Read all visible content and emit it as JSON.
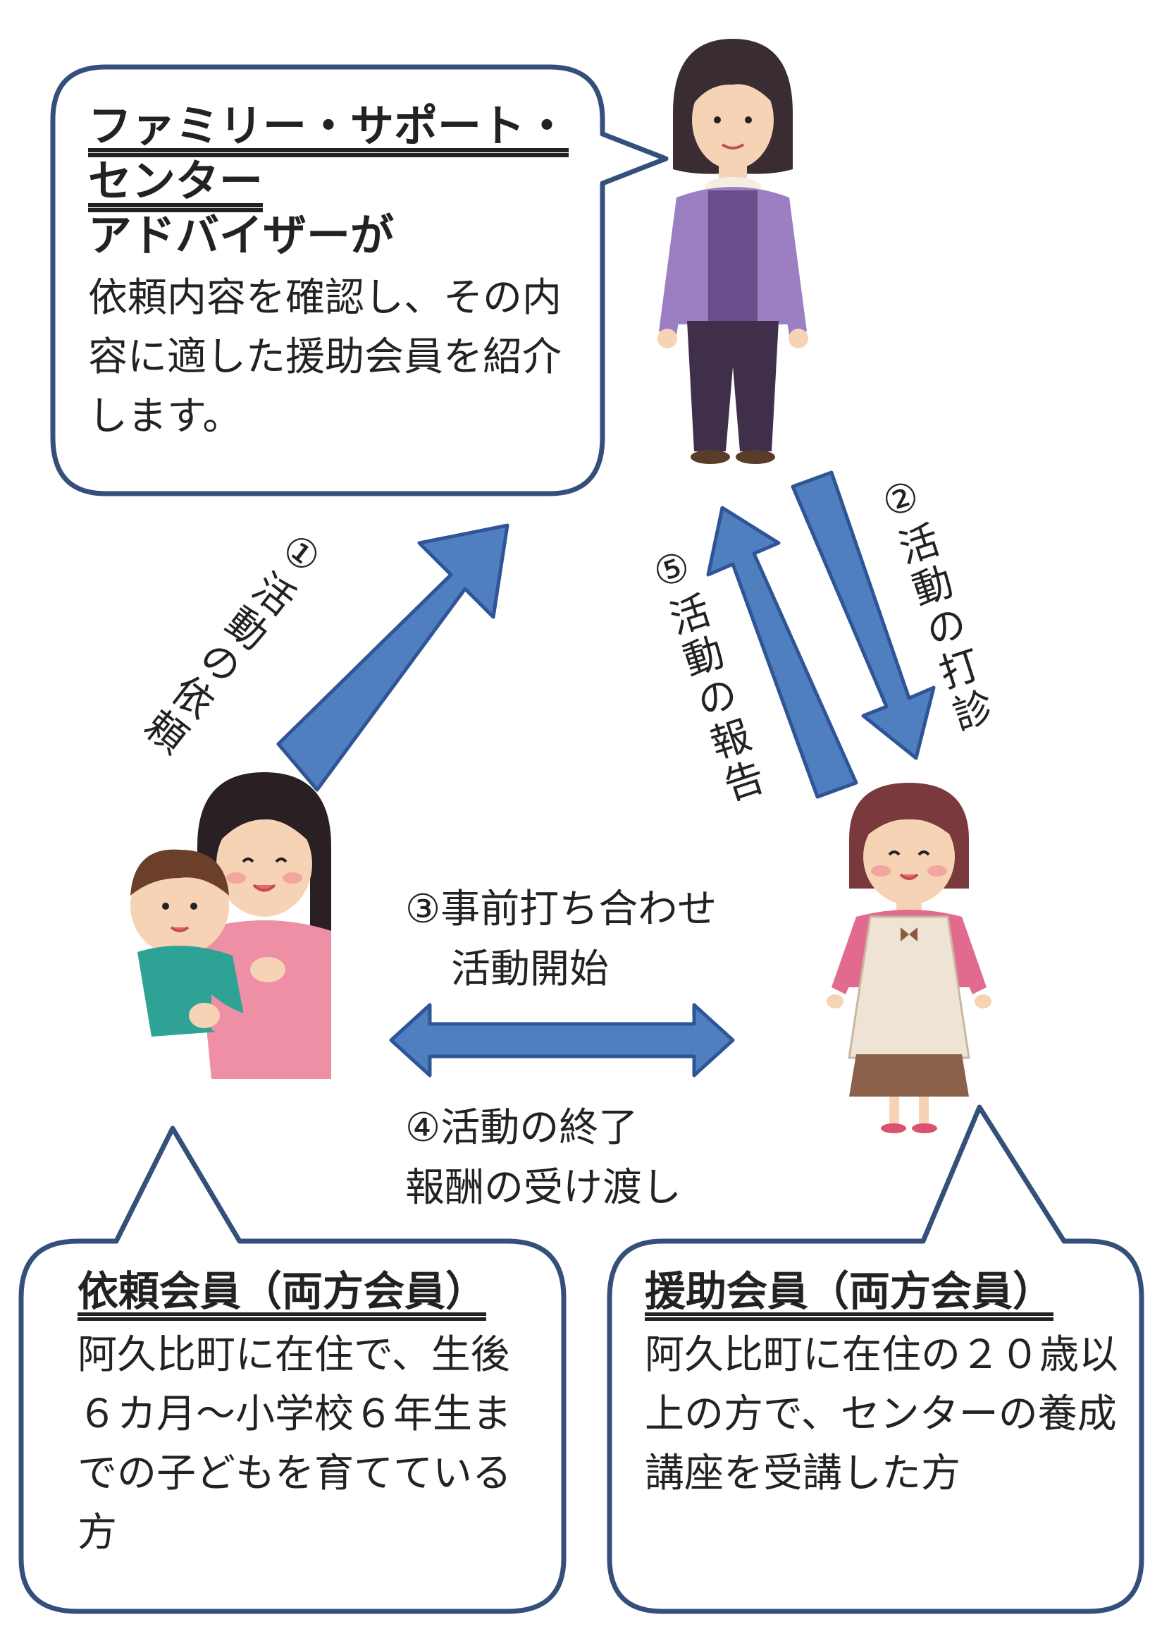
{
  "advisor_bubble": {
    "title_line1": "ファミリー・サポート・",
    "title_line2": "センター",
    "subtitle": "アドバイザーが",
    "body": "依頼内容を確認し、その内容に適した援助会員を紹介します。"
  },
  "steps": {
    "step1": "①活動の依頼",
    "step2": "②活動の打診",
    "step5": "⑤活動の報告",
    "step3_line1": "③事前打ち合わせ",
    "step3_line2": "活動開始",
    "step4_line1": "④活動の終了",
    "step4_line2": "報酬の受け渡し"
  },
  "requester_bubble": {
    "title": "依頼会員（両方会員）",
    "body": "阿久比町に在住で、生後６カ月～小学校６年生までの子どもを育てている方"
  },
  "helper_bubble": {
    "title": "援助会員（両方会員）",
    "body": "阿久比町に在住の２０歳以上の方で、センターの養成講座を受講した方"
  },
  "colors": {
    "arrow_fill": "#4f7fbf",
    "arrow_stroke": "#2f5597",
    "bubble_stroke": "#34507a"
  }
}
